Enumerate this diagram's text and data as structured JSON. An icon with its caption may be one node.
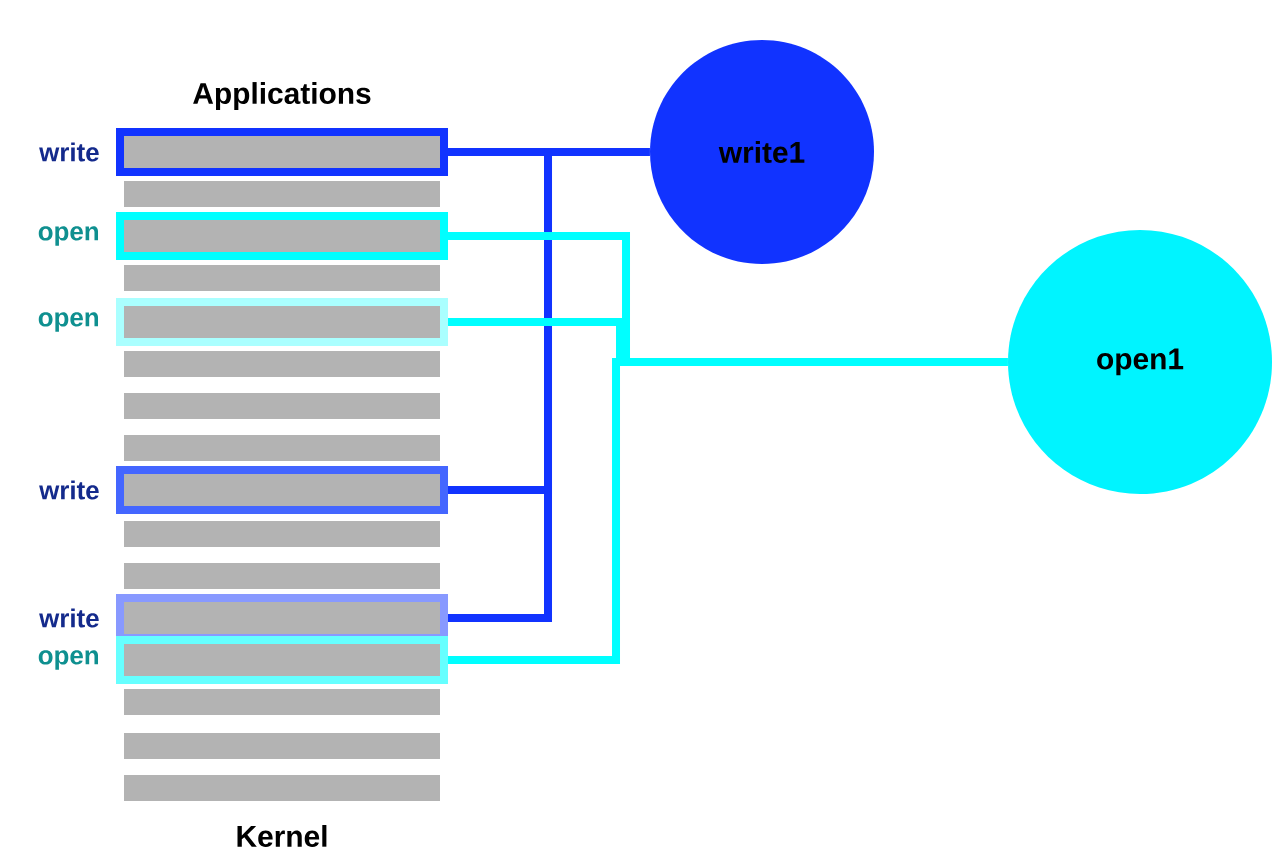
{
  "diagram": {
    "nodes": [
      {
        "text": [],
        "shape": "bar",
        "beside": [
          "write"
        ]
      },
      {
        "text": [],
        "shape": "bar"
      },
      {
        "text": [],
        "shape": "bar",
        "beside": [
          "open"
        ]
      },
      {
        "text": [],
        "shape": "bar"
      },
      {
        "text": [],
        "shape": "bar",
        "beside": [
          "open"
        ]
      },
      {
        "text": [],
        "shape": "bar"
      },
      {
        "text": [],
        "shape": "bar"
      },
      {
        "text": [],
        "shape": "bar"
      },
      {
        "text": [],
        "shape": "bar",
        "beside": [
          "write"
        ]
      },
      {
        "text": [],
        "shape": "bar"
      },
      {
        "text": [],
        "shape": "bar"
      },
      {
        "text": [],
        "shape": "bar",
        "beside": [
          "write"
        ]
      },
      {
        "text": [],
        "shape": "bar",
        "beside": [
          "open"
        ]
      },
      {
        "text": [],
        "shape": "bar"
      },
      {
        "text": [],
        "shape": "bar"
      },
      {
        "text": [],
        "shape": "bar"
      },
      {
        "text": [
          "write1"
        ]
      },
      {
        "text": [
          "open1"
        ]
      }
    ],
    "edges": [
      {
        "from": 0,
        "to": 16,
        "arrow": "none",
        "color": "#1133ff"
      },
      {
        "from": 8,
        "to": 16,
        "arrow": "none",
        "color": "#1133ff"
      },
      {
        "from": 11,
        "to": 16,
        "arrow": "none",
        "color": "#1133ff"
      },
      {
        "from": 2,
        "to": 17,
        "arrow": "none",
        "color": "#00ffff"
      },
      {
        "from": 4,
        "to": 17,
        "arrow": "none",
        "color": "#00ffff"
      },
      {
        "from": 12,
        "to": 17,
        "arrow": "none",
        "color": "#00ffff"
      }
    ],
    "labels": [
      "Applications",
      "Kernel"
    ]
  }
}
